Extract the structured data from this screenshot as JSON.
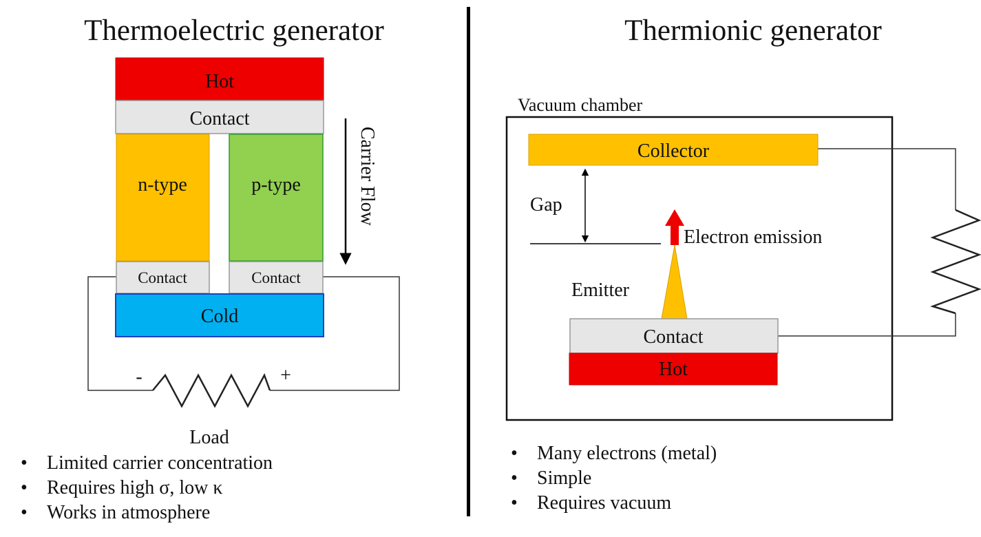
{
  "left": {
    "title": "Thermoelectric generator",
    "hot_label": "Hot",
    "top_contact_label": "Contact",
    "n_label": "n-type",
    "p_label": "p-type",
    "n_contact_label": "Contact",
    "p_contact_label": "Contact",
    "cold_label": "Cold",
    "carrier_flow_label": "Carrier Flow",
    "minus_label": "-",
    "plus_label": "+",
    "load_label": "Load",
    "bullets": [
      "Limited carrier concentration",
      "Requires high σ, low κ",
      "Works in atmosphere"
    ]
  },
  "right": {
    "title": "Thermionic generator",
    "chamber_label": "Vacuum chamber",
    "collector_label": "Collector",
    "gap_label": "Gap",
    "emission_label": "Electron emission",
    "emitter_label": "Emitter",
    "contact_label": "Contact",
    "hot_label": "Hot",
    "bullets": [
      "Many electrons (metal)",
      "Simple",
      "Requires vacuum"
    ]
  },
  "colors": {
    "hot": "#ee0000",
    "contact": "#e6e6e6",
    "n_type": "#ffc000",
    "p_type": "#92d050",
    "cold": "#00b0f0",
    "collector": "#ffc000",
    "emitter": "#ffc000",
    "emission_arrow": "#ee0000"
  }
}
